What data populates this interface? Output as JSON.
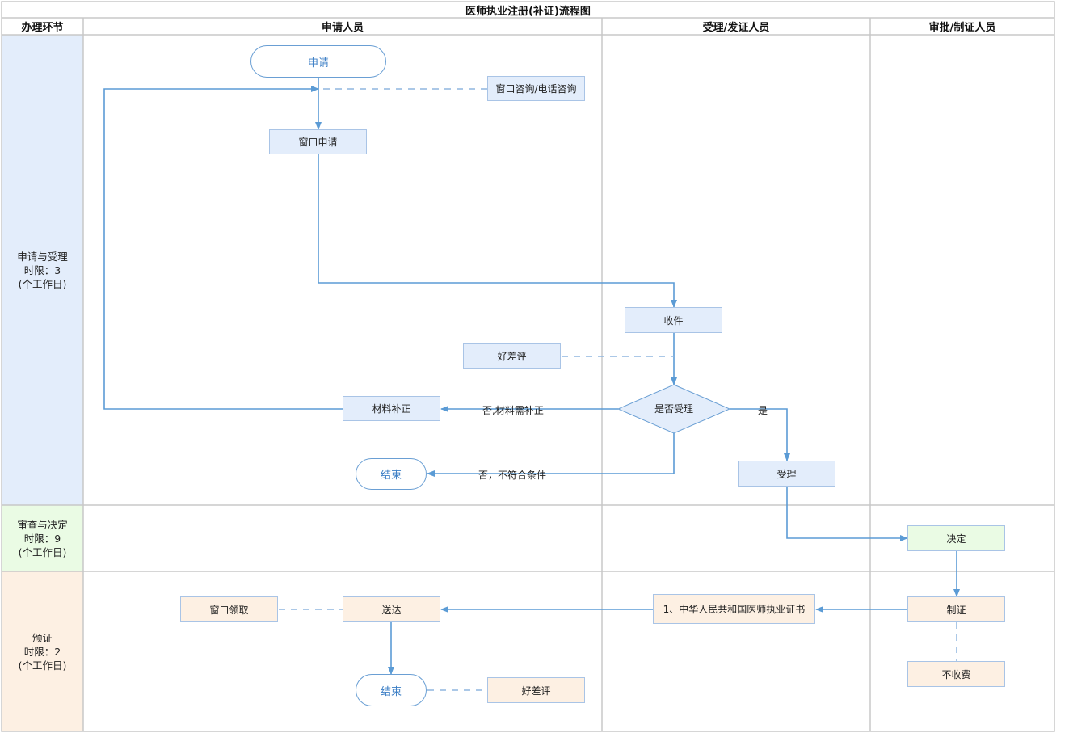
{
  "title": "医师执业注册(补证)流程图",
  "headers": {
    "stage": "办理环节",
    "applicant": "申请人员",
    "acceptor": "受理/发证人员",
    "approver": "审批/制证人员"
  },
  "stages": [
    {
      "name": "申请与受理",
      "limit": "时限：3",
      "unit": "(个工作日)"
    },
    {
      "name": "审查与决定",
      "limit": "时限：9",
      "unit": "(个工作日)"
    },
    {
      "name": "颁证",
      "limit": "时限：2",
      "unit": "(个工作日)"
    }
  ],
  "nodes": {
    "apply_start": "申请",
    "consult": "窗口咨询/电话咨询",
    "window_apply": "窗口申请",
    "receive": "收件",
    "rating_1": "好差评",
    "accept_decision": "是否受理",
    "supplement": "材料补正",
    "end_1": "结束",
    "accept": "受理",
    "decide": "决定",
    "make_cert": "制证",
    "no_fee": "不收费",
    "certificate": "1、中华人民共和国医师执业证书",
    "deliver": "送达",
    "window_pickup": "窗口领取",
    "end_2": "结束",
    "rating_2": "好差评"
  },
  "edge_labels": {
    "no_supplement": "否,材料需补正",
    "yes": "是",
    "no_reject": "否，不符合条件"
  },
  "colors": {
    "line": "#5b9bd5",
    "stage1_bg": "#e3edfb",
    "stage2_bg": "#eafbe4",
    "stage3_bg": "#fdf0e3",
    "grid": "#c8c8c8"
  }
}
